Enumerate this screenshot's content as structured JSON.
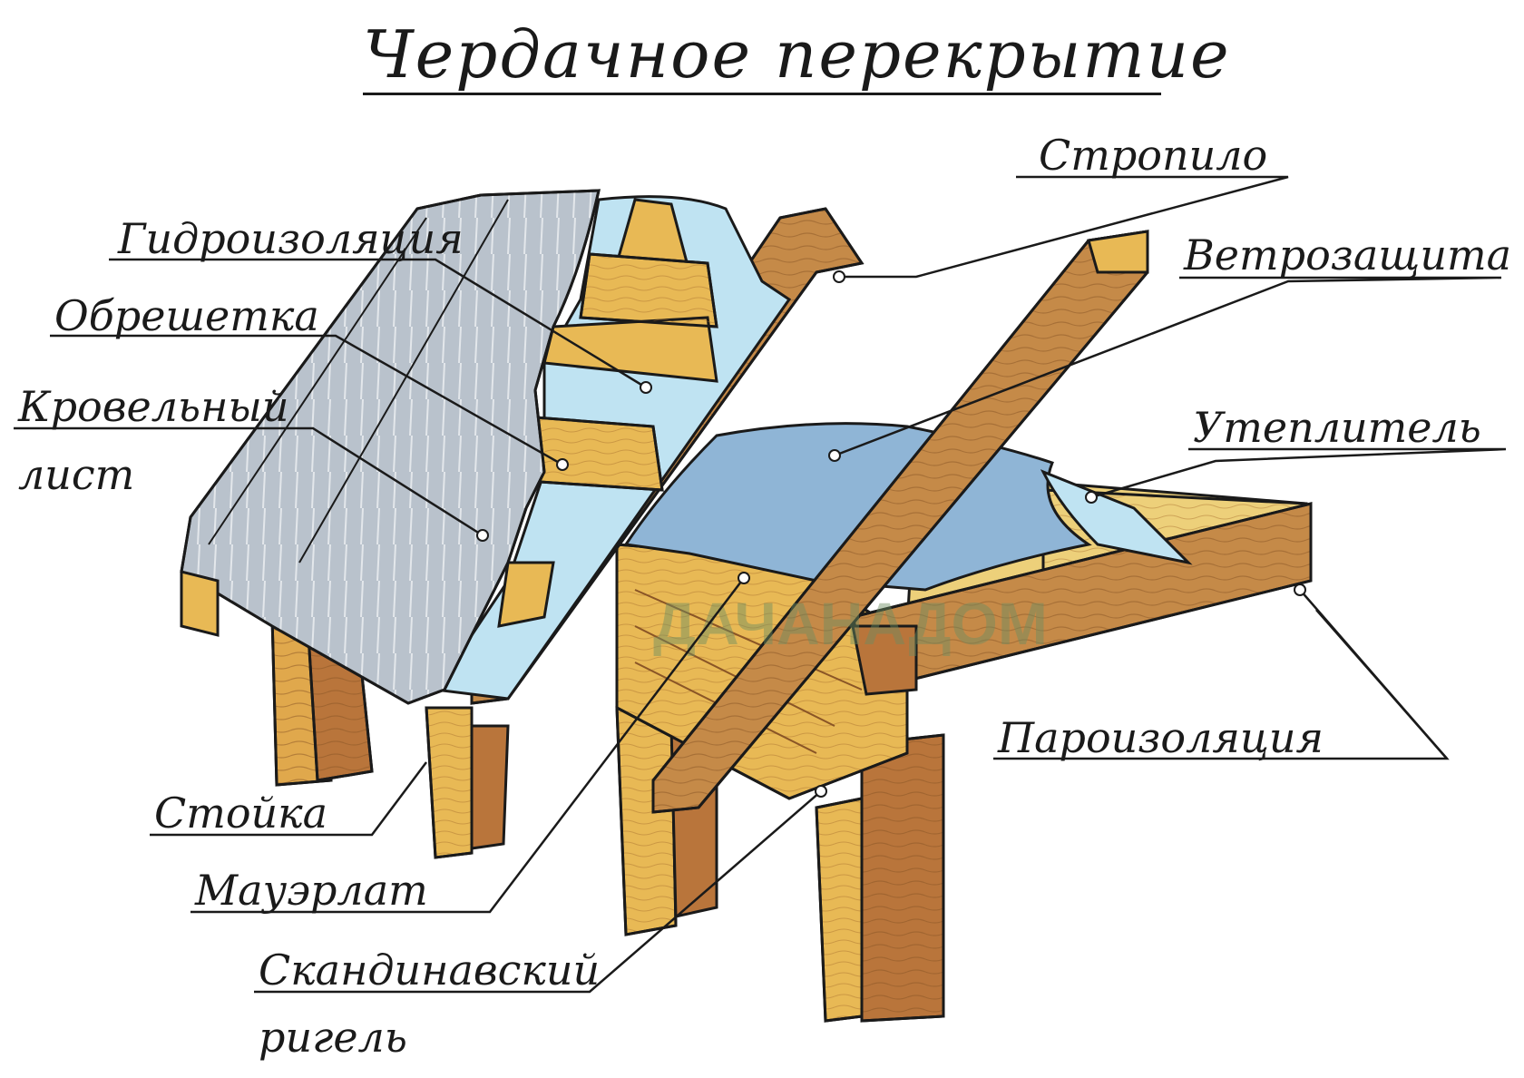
{
  "title": "Чердачное перекрытие",
  "labels": {
    "hydro": "Гидроизоляция",
    "batten": "Обрешетка",
    "roof_sheet_1": "Кровельный",
    "roof_sheet_2": "лист",
    "rafter": "Стропило",
    "wind": "Ветрозащита",
    "insulation": "Утеплитель",
    "vapor": "Пароизоляция",
    "post": "Стойка",
    "mauerlat": "Мауэрлат",
    "girder_1": "Скандинавский",
    "girder_2": "ригель"
  },
  "watermark": "ДАЧАНАДОМ",
  "colors": {
    "wood_light": "#e8b955",
    "wood_dark": "#b9753b",
    "roof_sheet": "#b9c2cc",
    "membrane": "#bfe3f2",
    "wind_film": "#8fb5d6",
    "ink": "#1a1a1a"
  }
}
